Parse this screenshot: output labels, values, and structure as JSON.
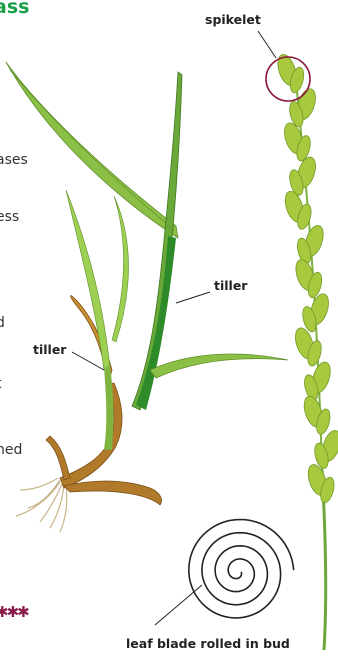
{
  "title": "ass",
  "text_fragments": [
    "ases",
    "ess",
    "l",
    "d",
    "t",
    "hed"
  ],
  "labels": {
    "spikelet": "spikelet",
    "tiller_right": "tiller",
    "tiller_left": "tiller",
    "leaf_bud": "leaf blade rolled in bud"
  },
  "rating": "✱✱✱",
  "colors": {
    "title": "#1a9e4a",
    "rating": "#8a1a4a",
    "circle": "#8a1a3a",
    "leaf_light": "#a9cc4e",
    "leaf_dark": "#2e8b2a",
    "root": "#b07a2a",
    "spikelet": "#a8c83e"
  }
}
